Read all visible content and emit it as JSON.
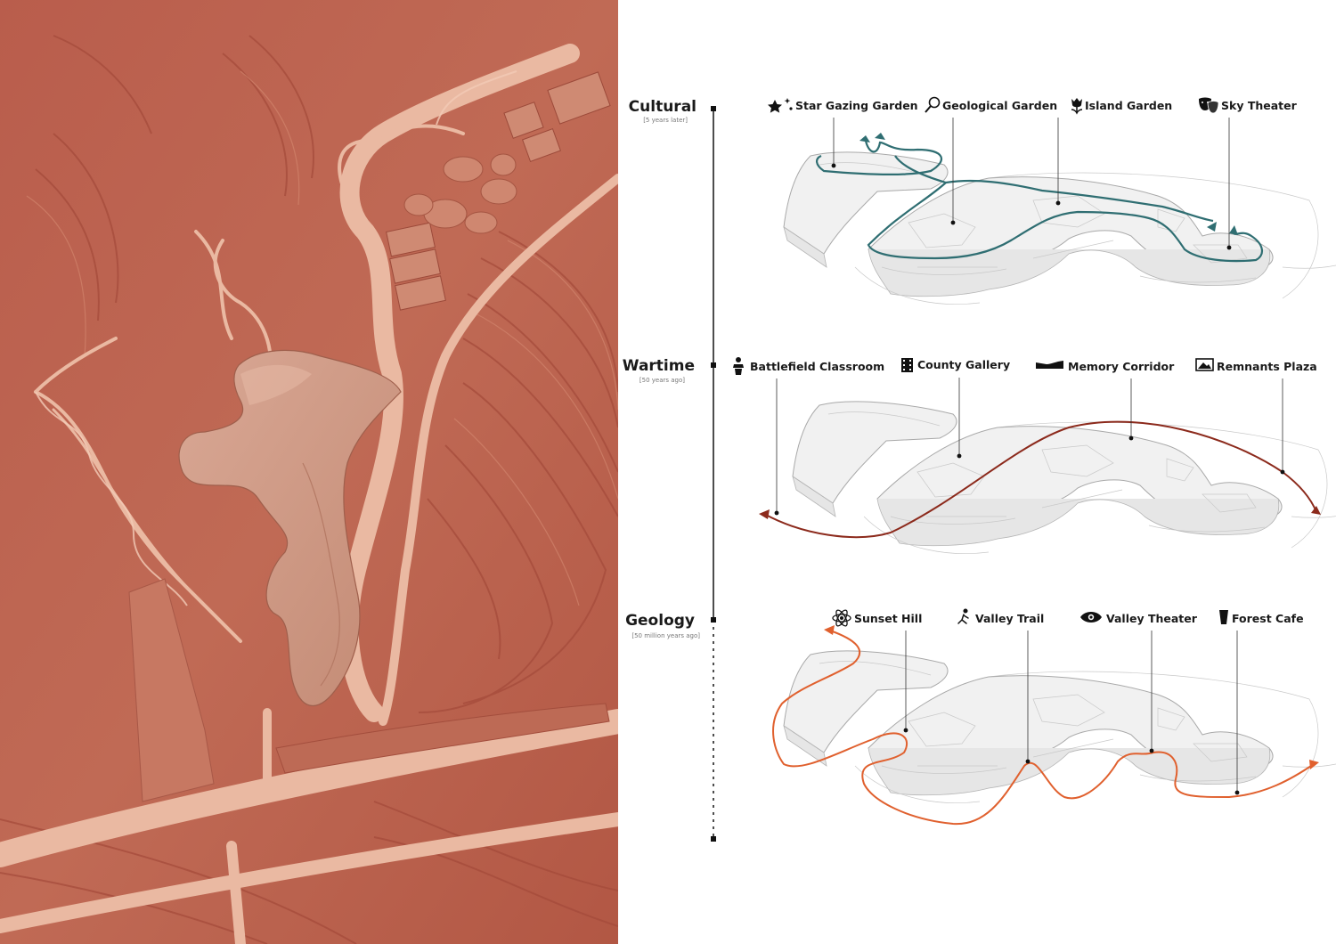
{
  "colors": {
    "terrain_base": "#b8604e",
    "terrain_light": "#e8b49c",
    "model_building": "#d09a85",
    "path_cultural": "#2f6e72",
    "path_wartime": "#8c2a1c",
    "path_geology": "#e0602e"
  },
  "timeline": [
    {
      "title": "Cultural",
      "sub": "[5 years later]"
    },
    {
      "title": "Wartime",
      "sub": "[50 years ago]"
    },
    {
      "title": "Geology",
      "sub": "[50 million years ago]"
    }
  ],
  "cultural": {
    "labels": [
      {
        "icon": "stars-icon",
        "text": "Star Gazing Garden"
      },
      {
        "icon": "magnifier-icon",
        "text": "Geological Garden"
      },
      {
        "icon": "tulip-icon",
        "text": "Island Garden"
      },
      {
        "icon": "theater-masks-icon",
        "text": "Sky Theater"
      }
    ]
  },
  "wartime": {
    "labels": [
      {
        "icon": "lectern-icon",
        "text": "Battlefield Classroom"
      },
      {
        "icon": "film-strip-icon",
        "text": "County Gallery"
      },
      {
        "icon": "corridor-icon",
        "text": "Memory  Corridor"
      },
      {
        "icon": "picture-icon",
        "text": "Remnants Plaza"
      }
    ]
  },
  "geology": {
    "labels": [
      {
        "icon": "atom-icon",
        "text": "Sunset Hill"
      },
      {
        "icon": "hiker-icon",
        "text": "Valley Trail"
      },
      {
        "icon": "eye-icon",
        "text": "Valley Theater"
      },
      {
        "icon": "cup-icon",
        "text": "Forest Cafe"
      }
    ]
  }
}
